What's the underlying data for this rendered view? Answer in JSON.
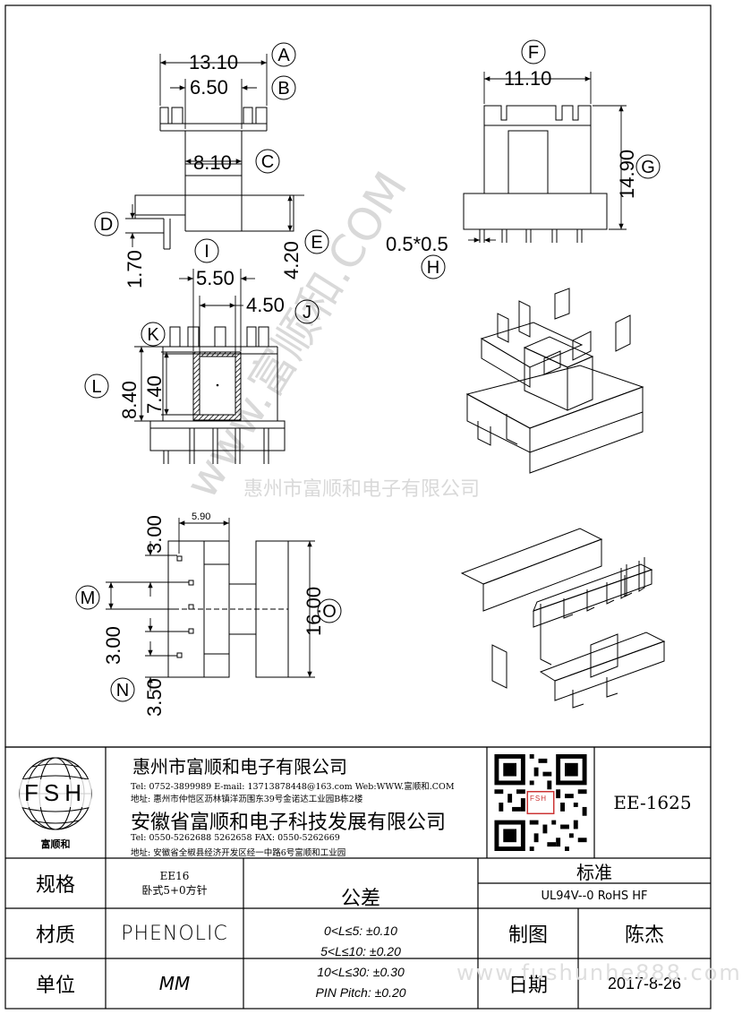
{
  "dimensions": {
    "A": "13.10",
    "B": "6.50",
    "C": "8.10",
    "D": "1.70",
    "E": "4.20",
    "F": "11.10",
    "G": "14.90",
    "H": "0.5*0.5",
    "I": "5.50",
    "J": "4.50",
    "K": "8.40",
    "L": "7.40",
    "M": "3.00",
    "N": "3.50",
    "O": "16.00",
    "pin_top": "3.00",
    "pin_gap": "5.90"
  },
  "labels": {
    "A": "A",
    "B": "B",
    "C": "C",
    "D": "D",
    "E": "E",
    "F": "F",
    "G": "G",
    "H": "H",
    "I": "I",
    "J": "J",
    "K": "K",
    "L": "L",
    "M": "M",
    "N": "N",
    "O": "O"
  },
  "watermark": {
    "diagonal": "www.富顺和.COM",
    "company": "惠州市富顺和电子有限公司",
    "site": "www.fushunhe888.com"
  },
  "title_block": {
    "logo_text": "FSH",
    "logo_caption": "富顺和",
    "company1": "惠州市富顺和电子有限公司",
    "company1_contact": "Tel: 0752-3899989  E-mail: 13713878448@163.com  Web:WWW.富顺和.COM",
    "company1_addr": "地址: 惠州市仲恺区沥林镇洋沥围东39号金诺达工业园B栋2楼",
    "company2": "安徽省富顺和电子科技发展有限公司",
    "company2_contact": "Tel: 0550-5262688  5262658      FAX: 0550-5262669",
    "company2_addr": "地址: 安徽省全椒县经济开发区经一中路6号富顺和工业园",
    "qr_center": "FSH",
    "part_number": "EE-1625",
    "spec_label": "规格",
    "spec_value_1": "EE16",
    "spec_value_2": "卧式5+0方针",
    "material_label": "材质",
    "material_value": "PHENOLIC",
    "unit_label": "单位",
    "unit_value": "MM",
    "tolerance_label": "公差",
    "tolerances": [
      "0<L≤5: ±0.10",
      "5<L≤10: ±0.20",
      "10<L≤30: ±0.30",
      "PIN Pitch: ±0.20"
    ],
    "standard_label": "标准",
    "standard_value": "UL94V--0  RoHS HF",
    "drawn_label": "制图",
    "drawn_value": "陈杰",
    "date_label": "日期",
    "date_value": "2017-8-26"
  }
}
